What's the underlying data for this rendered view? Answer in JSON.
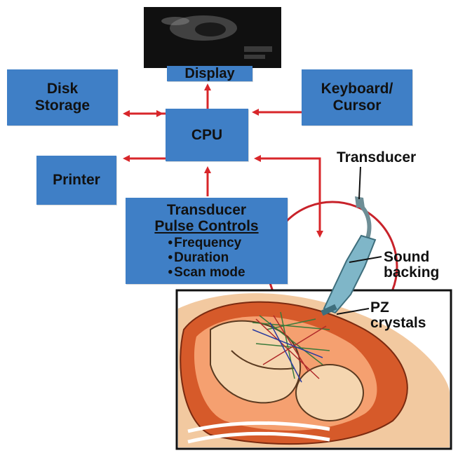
{
  "diagram": {
    "boxes": {
      "display": "Display",
      "disk_storage": "Disk\nStorage",
      "cpu": "CPU",
      "keyboard_cursor": "Keyboard/\nCursor",
      "printer": "Printer"
    },
    "pulse_controls": {
      "title_line1": "Transducer",
      "title_line2": "Pulse Controls",
      "items": [
        "Frequency",
        "Duration",
        "Scan mode"
      ]
    },
    "labels": {
      "transducer": "Transducer",
      "sound_backing": "Sound\nbacking",
      "pz_crystals": "PZ\ncrystals"
    },
    "colors": {
      "box_fill": "#3f7fc6",
      "arrow": "#d8262a",
      "circle": "#c8222a",
      "monitor": "#101010",
      "probe": "#7fb6c8",
      "skin": "#f2c9a0",
      "uterus": "#d65a2a"
    }
  }
}
